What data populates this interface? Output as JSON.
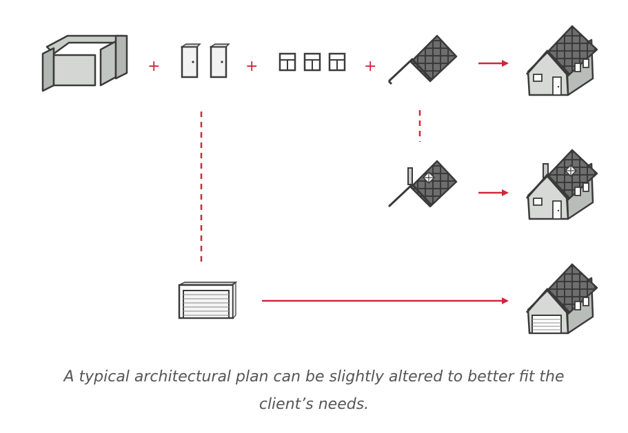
{
  "caption": {
    "line1": "A typical architectural plan can be slightly altered to better fit the",
    "line2": "client’s needs."
  },
  "operators": {
    "plus": "+"
  },
  "colors": {
    "accent": "#d0273a",
    "wall_fill": "#cfd3cf",
    "roof_tile": "#6a6a6a",
    "outline": "#3a3a3a",
    "text": "#555555"
  },
  "components": [
    "walls",
    "doors",
    "windows",
    "roof"
  ],
  "variants": [
    "standard-house",
    "house-with-skylight-and-chimney",
    "house-with-garage"
  ],
  "icons": [
    "walls-icon",
    "doors-icon",
    "windows-icon",
    "roof-icon",
    "house-icon",
    "roof-skylight-icon",
    "house-skylight-icon",
    "garage-door-icon",
    "house-garage-icon",
    "arrow-icon"
  ]
}
